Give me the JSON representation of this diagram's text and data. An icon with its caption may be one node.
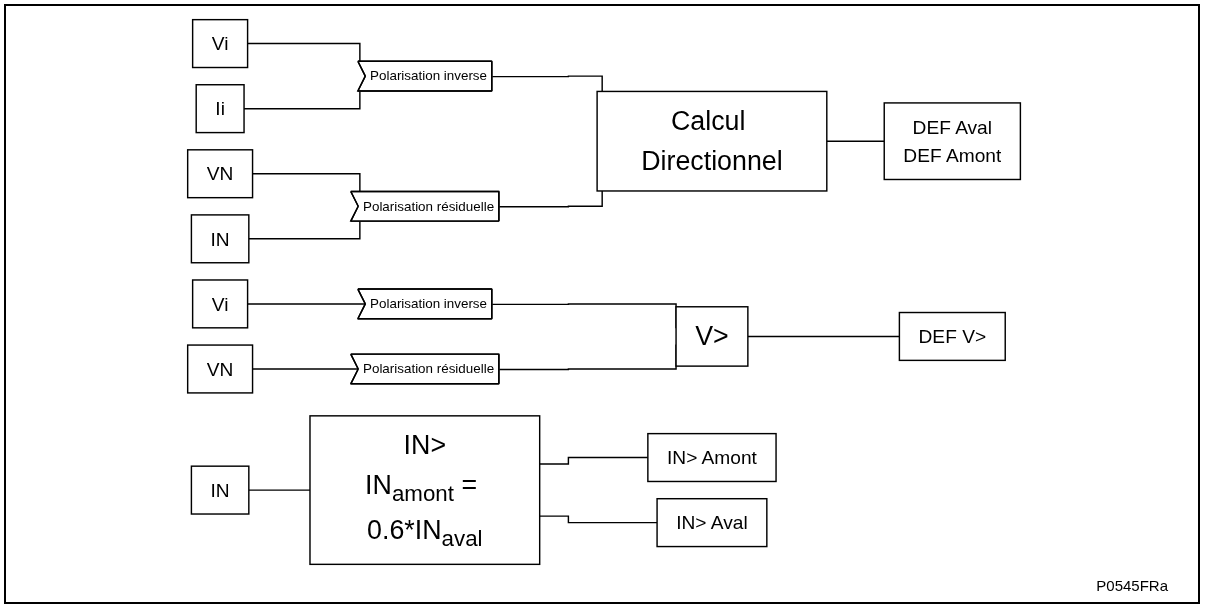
{
  "diagram": {
    "nodes": [
      {
        "text": [
          "Vi"
        ]
      },
      {
        "text": [
          "Ii"
        ]
      },
      {
        "text": [
          "Polarisation inverse"
        ]
      },
      {
        "text": [
          "VN"
        ]
      },
      {
        "text": [
          "IN"
        ]
      },
      {
        "text": [
          "Polarisation résiduelle"
        ]
      },
      {
        "text": [
          "Calcul Directionnel"
        ]
      },
      {
        "text": [
          "DEF Aval",
          "DEF Amont"
        ]
      },
      {
        "text": [
          "Vi"
        ]
      },
      {
        "text": [
          "Polarisation inverse"
        ]
      },
      {
        "text": [
          "V>"
        ]
      },
      {
        "text": [
          "DEF V>"
        ]
      },
      {
        "text": [
          "VN"
        ]
      },
      {
        "text": [
          "Polarisation résiduelle"
        ]
      },
      {
        "text": [
          "IN"
        ]
      },
      {
        "text": [
          "IN>",
          "IN$_{amont}$ = 0.6*IN$_{aval}$"
        ]
      },
      {
        "text": [
          "IN> Amont"
        ]
      },
      {
        "text": [
          "IN> Aval"
        ]
      }
    ],
    "edges": [
      {
        "from": 0,
        "to": 2,
        "arrow": "none"
      },
      {
        "from": 1,
        "to": 2,
        "arrow": "none"
      },
      {
        "from": 3,
        "to": 5,
        "arrow": "none"
      },
      {
        "from": 4,
        "to": 5,
        "arrow": "none"
      },
      {
        "from": 2,
        "to": 6,
        "arrow": "none"
      },
      {
        "from": 5,
        "to": 6,
        "arrow": "none"
      },
      {
        "from": 6,
        "to": 7,
        "arrow": "none"
      },
      {
        "from": 8,
        "to": 9,
        "arrow": "none"
      },
      {
        "from": 12,
        "to": 13,
        "arrow": "none"
      },
      {
        "from": 9,
        "to": 10,
        "arrow": "none"
      },
      {
        "from": 13,
        "to": 10,
        "arrow": "none"
      },
      {
        "from": 10,
        "to": 11,
        "arrow": "none"
      },
      {
        "from": 14,
        "to": 15,
        "arrow": "none"
      },
      {
        "from": 15,
        "to": 16,
        "arrow": "none"
      },
      {
        "from": 15,
        "to": 17,
        "arrow": "none"
      }
    ],
    "labels": [
      "P0545FRa"
    ]
  }
}
